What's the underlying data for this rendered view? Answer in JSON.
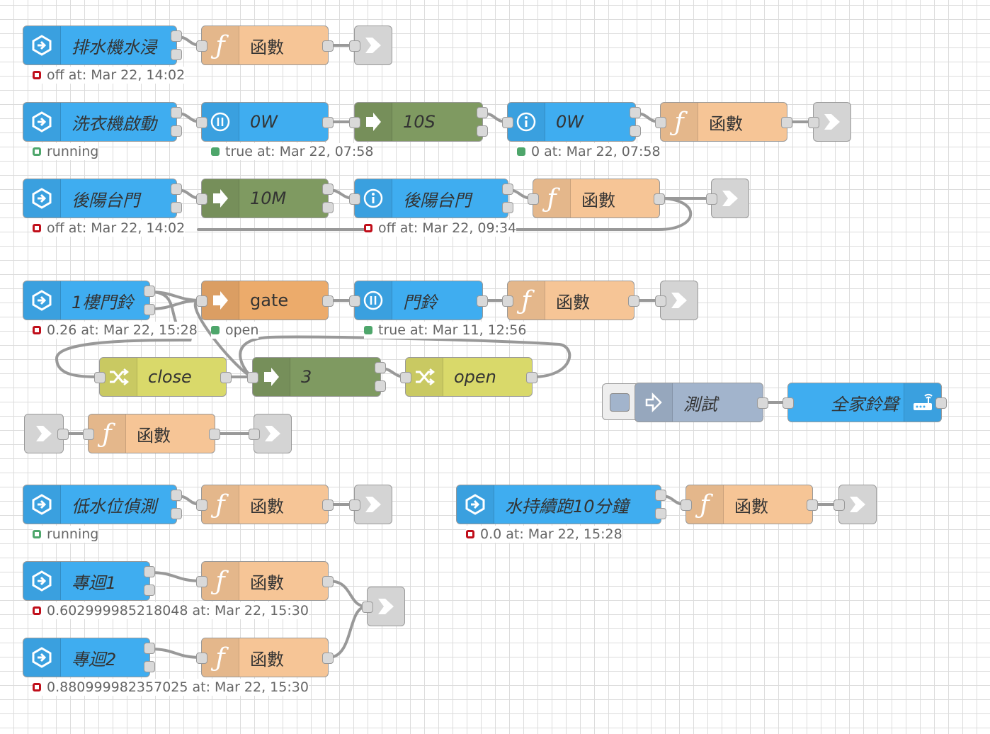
{
  "flow": {
    "rows": {
      "r1": {
        "inject": "排水機水浸",
        "func": "函數",
        "status": "off at: Mar 22, 14:02"
      },
      "r2": {
        "inject": "洗衣機啟動",
        "inject_status": "running",
        "trigger": "0W",
        "trigger_status": "true at: Mar 22, 07:58",
        "delay": "10S",
        "info": "0W",
        "info_status": "0 at: Mar 22, 07:58",
        "func": "函數"
      },
      "r3": {
        "inject": "後陽台門",
        "inject_status": "off at: Mar 22, 14:02",
        "delay": "10M",
        "info": "後陽台門",
        "info_status": "off at: Mar 22, 09:34",
        "func": "函數"
      },
      "r4": {
        "inject": "1樓門鈴",
        "inject_status": "0.26 at: Mar 22, 15:28",
        "gate": "gate",
        "gate_status": "open",
        "trigger": "門鈴",
        "trigger_status": "true at: Mar 11, 12:56",
        "func": "函數",
        "change_close": "close",
        "delay": "3",
        "change_open": "open"
      },
      "r5": {
        "func": "函數"
      },
      "r6": {
        "inject": "低水位偵測",
        "inject_status": "running",
        "func": "函數"
      },
      "r6b": {
        "inject": "水持續跑10分鐘",
        "inject_status": "0.0 at: Mar 22, 15:28",
        "func": "函數"
      },
      "r7": {
        "inject": "專迴1",
        "inject_status": "0.602999985218048 at: Mar 22, 15:30",
        "func": "函數"
      },
      "r8": {
        "inject": "專迴2",
        "inject_status": "0.880999982357025 at: Mar 22, 15:30",
        "func": "函數"
      },
      "test": {
        "button": "測試",
        "output": "全家鈴聲"
      }
    }
  },
  "colors": {
    "inject": "#3fadf0",
    "function": "#f6c596",
    "gate": "#ecab6b",
    "delay": "#7f9a61",
    "debug": "#d4d4d4",
    "change": "#d9d96a",
    "button": "#a2b4cc",
    "wire": "#999999",
    "status_red": "#c00e1a",
    "status_green": "#4ea66b"
  },
  "icons": [
    "inject-icon",
    "function-icon",
    "debug-icon",
    "trigger-icon",
    "delay-icon",
    "info-icon",
    "change-icon",
    "router-icon",
    "button-arrow-icon"
  ]
}
